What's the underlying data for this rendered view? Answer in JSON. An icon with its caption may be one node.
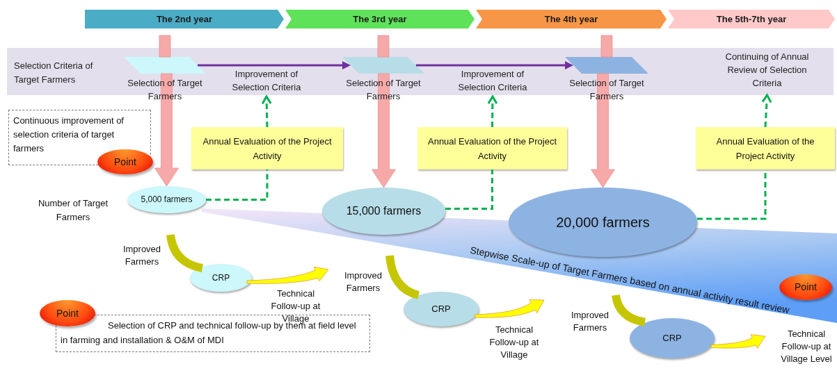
{
  "diagram": {
    "nodes": [
      {
        "text": [
          "The 2nd year"
        ]
      },
      {
        "text": [
          "The 3rd year"
        ]
      },
      {
        "text": [
          "The 4th year"
        ]
      },
      {
        "text": [
          "The 5th-7th year"
        ]
      },
      {
        "text": [
          "Selection Criteria of Target Farmers"
        ]
      },
      {
        "text": [
          "Selection of Target Farmers"
        ],
        "in": 4
      },
      {
        "text": [
          "Improvement of Selection Criteria"
        ],
        "in": 4
      },
      {
        "text": [
          "Selection of Target Farmers"
        ],
        "in": 4
      },
      {
        "text": [
          "Improvement of Selection Criteria"
        ],
        "in": 4
      },
      {
        "text": [
          "Selection of Target Farmers"
        ],
        "in": 4
      },
      {
        "text": [
          "Continuing of Annual Review of Selection Criteria"
        ],
        "in": 4
      },
      {
        "text": [
          "Continuous improvement of selection criteria of target farmers"
        ]
      },
      {
        "text": [
          "Point"
        ]
      },
      {
        "text": [
          "Annual Evaluation of the Project Activity"
        ]
      },
      {
        "text": [
          "Annual Evaluation of the Project Activity"
        ]
      },
      {
        "text": [
          "Annual Evaluation of the Project Activity"
        ]
      },
      {
        "text": [
          "Stepwise Scale-up of Target Farmers based on annual activity result review"
        ]
      },
      {
        "text": [
          "5,000 farmers"
        ]
      },
      {
        "text": [
          "15,000 farmers"
        ]
      },
      {
        "text": [
          "20,000 farmers"
        ]
      },
      {
        "text": [
          "CRP"
        ]
      },
      {
        "text": [
          "CRP"
        ]
      },
      {
        "text": [
          "Point"
        ],
        "in": 16
      },
      {
        "text": [
          "CRP"
        ]
      },
      {
        "text": [
          "Point"
        ]
      },
      {
        "text": [
          "Selection of CRP and technical follow-up by them at field level in farming and installation & O&M of MDI"
        ]
      }
    ],
    "edges": [
      {
        "from": 0,
        "to": 5,
        "arrow": "none",
        "style": "thick",
        "color": "#f6a9a9"
      },
      {
        "from": 5,
        "to": 17,
        "arrow": "to",
        "style": "thick",
        "color": "#f6a9a9"
      },
      {
        "from": 1,
        "to": 7,
        "arrow": "none",
        "style": "thick",
        "color": "#f6a9a9"
      },
      {
        "from": 7,
        "to": 18,
        "arrow": "to",
        "style": "thick",
        "color": "#f6a9a9"
      },
      {
        "from": 2,
        "to": 9,
        "arrow": "none",
        "style": "thick",
        "color": "#f6a9a9"
      },
      {
        "from": 9,
        "to": 19,
        "arrow": "to",
        "style": "thick",
        "color": "#f6a9a9"
      },
      {
        "from": 5,
        "to": 7,
        "arrow": "to",
        "color": "#7030a0"
      },
      {
        "from": 7,
        "to": 9,
        "arrow": "to",
        "color": "#7030a0"
      },
      {
        "from": 17,
        "to": 13,
        "arrow": "none",
        "style": "dashed",
        "color": "#00b050"
      },
      {
        "from": 13,
        "to": 6,
        "arrow": "to",
        "style": "dashed",
        "color": "#00b050"
      },
      {
        "from": 18,
        "to": 14,
        "arrow": "none",
        "style": "dashed",
        "color": "#00b050"
      },
      {
        "from": 14,
        "to": 8,
        "arrow": "to",
        "style": "dashed",
        "color": "#00b050"
      },
      {
        "from": 19,
        "to": 15,
        "arrow": "none",
        "style": "dashed",
        "color": "#00b050"
      },
      {
        "from": 15,
        "to": 10,
        "arrow": "to",
        "style": "dashed",
        "color": "#00b050"
      },
      {
        "from": null,
        "to": 20,
        "arrow": "none",
        "style": "thick",
        "color": "#c6c600",
        "label": "Improved Farmers"
      },
      {
        "from": 20,
        "to": null,
        "arrow": "to",
        "style": "thick",
        "color": "#ffff00",
        "label": "Technical Follow-up at Village"
      },
      {
        "from": null,
        "to": 21,
        "arrow": "none",
        "style": "thick",
        "color": "#c6c600",
        "label": "Improved Farmers"
      },
      {
        "from": 21,
        "to": null,
        "arrow": "to",
        "style": "thick",
        "color": "#ffff00",
        "label": "Technical Follow-up at Village"
      },
      {
        "from": null,
        "to": 23,
        "arrow": "none",
        "style": "thick",
        "color": "#c6c600",
        "label": "Improved Farmers"
      },
      {
        "from": 23,
        "to": null,
        "arrow": "to",
        "style": "thick",
        "color": "#ffff00",
        "label": "Technical Follow-up at Village Level"
      }
    ],
    "labels": [
      "Number of Target Farmers"
    ]
  }
}
